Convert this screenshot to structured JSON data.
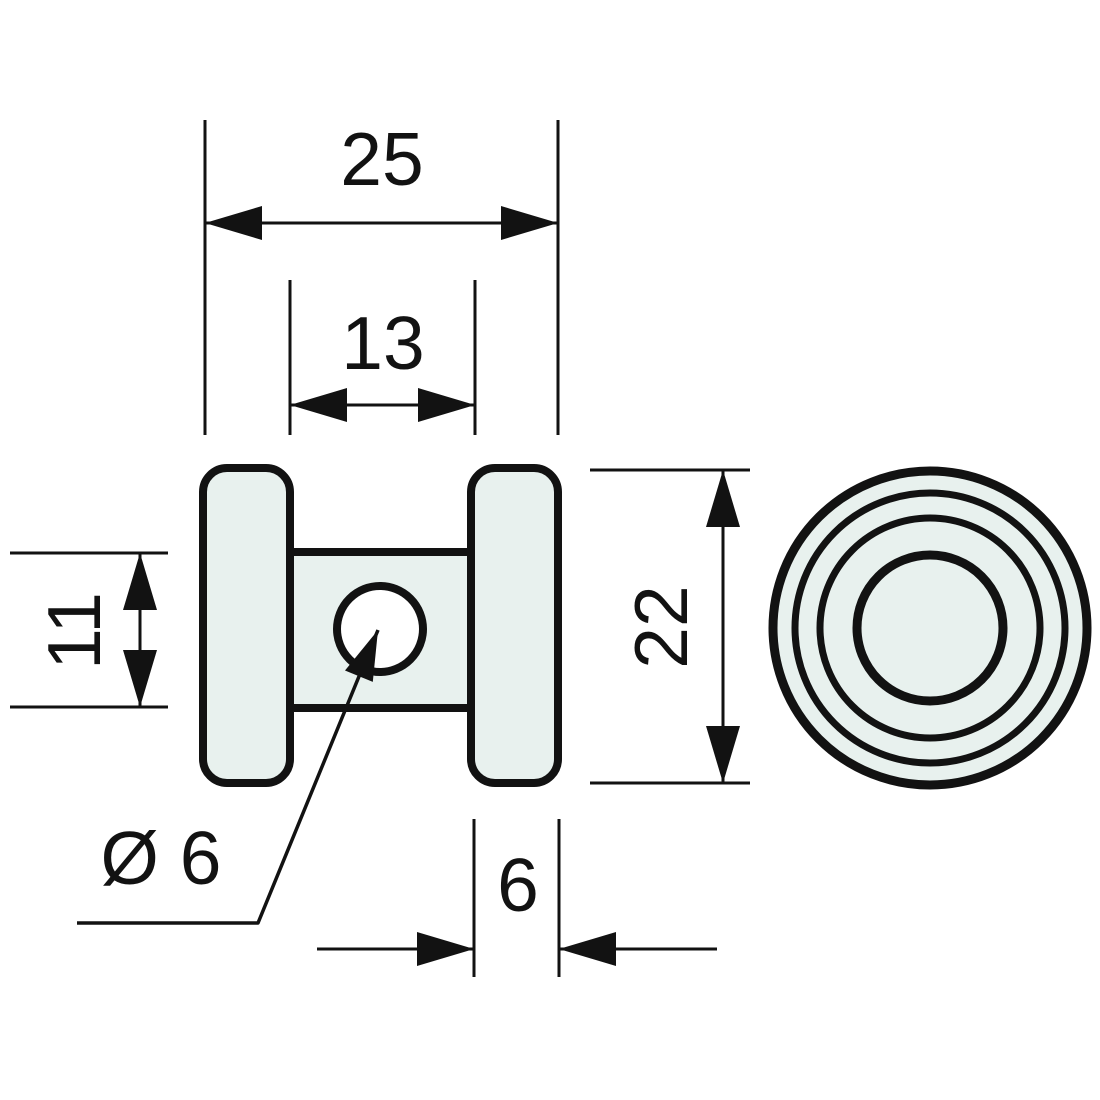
{
  "drawing": {
    "dimensions": {
      "overall_width": "25",
      "hub_width": "13",
      "hub_height": "11",
      "outer_diameter": "22",
      "hole_diameter": "Ø 6",
      "flange_thickness": "6"
    },
    "colors": {
      "line": "#121212",
      "part_fill": "#e8f1ee",
      "hole_fill": "#ffffff",
      "background": "#ffffff"
    }
  }
}
